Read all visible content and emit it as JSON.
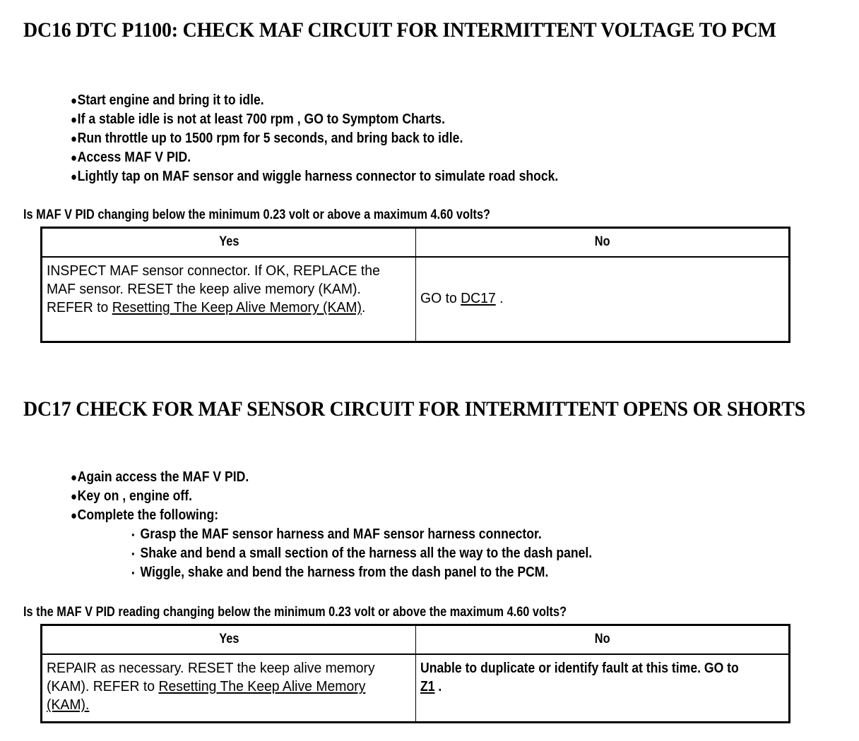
{
  "sections": [
    {
      "heading": "DC16 DTC P1100: CHECK MAF CIRCUIT FOR INTERMITTENT VOLTAGE TO PCM",
      "bullets": [
        "Start engine and bring it to idle.",
        "If a stable idle is not at least 700 rpm , GO to Symptom Charts.",
        "Run throttle up to 1500 rpm for 5 seconds, and bring back to idle.",
        "Access MAF V PID.",
        "Lightly tap on MAF sensor and wiggle harness connector to simulate road shock."
      ],
      "question": "Is MAF V PID changing below the minimum 0.23 volt or above a maximum 4.60 volts?",
      "table": {
        "headers": [
          "Yes",
          "No"
        ],
        "yes_cell": {
          "pre": "INSPECT MAF sensor connector. If OK, REPLACE the MAF sensor. RESET the keep alive memory (KAM). REFER to ",
          "link": "Resetting The Keep Alive Memory (KAM)",
          "post": "."
        },
        "no_cell": {
          "pre": "GO to ",
          "link": "DC17",
          "post": " ."
        }
      }
    },
    {
      "heading": "DC17 CHECK FOR MAF SENSOR CIRCUIT FOR INTERMITTENT OPENS OR SHORTS",
      "bullets": [
        "Again access the MAF V PID.",
        "Key on , engine off.",
        "Complete the following:"
      ],
      "sub_bullets": [
        "Grasp the MAF sensor harness and MAF sensor harness connector.",
        "Shake and bend a small section of the harness all the way to the dash panel.",
        "Wiggle, shake and bend the harness from the dash panel to the PCM."
      ],
      "question": "Is the MAF V PID reading changing below the minimum 0.23 volt or above the maximum 4.60 volts?",
      "table": {
        "headers": [
          "Yes",
          "No"
        ],
        "yes_cell": {
          "pre": "REPAIR as necessary. RESET the keep alive memory (KAM). REFER to ",
          "link": "Resetting The Keep Alive Memory (KAM).",
          "post": ""
        },
        "no_cell": {
          "pre": "Unable to duplicate or identify fault at this time. GO to ",
          "link": "Z1",
          "post": " ."
        }
      }
    }
  ],
  "markers": {
    "round_bullet": "●",
    "square_bullet": "▪"
  },
  "colors": {
    "text": "#000000",
    "background": "#ffffff",
    "border": "#000000"
  }
}
